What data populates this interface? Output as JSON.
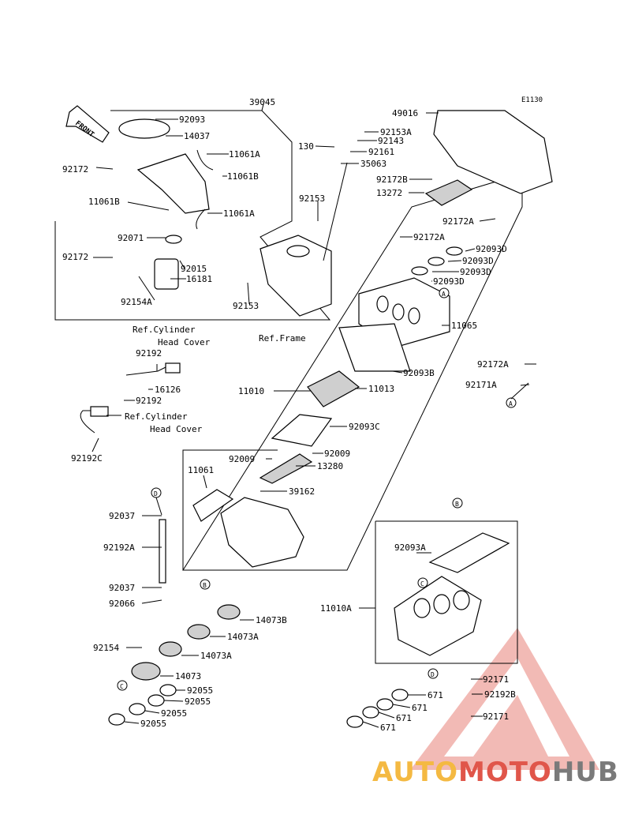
{
  "diagram_id": "E1130",
  "front_label": "FRONT",
  "refs": {
    "cyl_head_cover_1": [
      "Ref.Cylinder",
      "Head Cover"
    ],
    "cyl_head_cover_2": [
      "Ref.Cylinder",
      "Head Cover"
    ],
    "frame": "Ref.Frame"
  },
  "callouts": {
    "a": "A",
    "b": "B",
    "c": "C",
    "d": "D"
  },
  "part_numbers": {
    "p39045": "39045",
    "p92093": "92093",
    "p14037": "14037",
    "p11061A_1": "11061A",
    "p11061B_1": "11061B",
    "p11061B_2": "11061B",
    "p11061A_2": "11061A",
    "p92172_1": "92172",
    "p92172_2": "92172",
    "p92071": "92071",
    "p92015": "92015",
    "p16181": "16181",
    "p92154A": "92154A",
    "p92153_1": "92153",
    "p92153_2": "92153",
    "p130": "130",
    "p92153A": "92153A",
    "p92143": "92143",
    "p92161": "92161",
    "p35063": "35063",
    "p49016": "49016",
    "p92172B": "92172B",
    "p13272": "13272",
    "p92172A_1": "92172A",
    "p92172A_2": "92172A",
    "p92172A_3": "92172A",
    "p92093D_1": "92093D",
    "p92093D_2": "92093D",
    "p92093D_3": "92093D",
    "p11065": "11065",
    "p92093B": "92093B",
    "p11010": "11010",
    "p11013": "11013",
    "p92171A": "92171A",
    "p92192_1": "92192",
    "p92192_2": "92192",
    "p16126": "16126",
    "p92192C": "92192C",
    "p92093C": "92093C",
    "p92009_1": "92009",
    "p92009_2": "92009",
    "p11061": "11061",
    "p13280": "13280",
    "p39162": "39162",
    "p92037_1": "92037",
    "p92192A": "92192A",
    "p92037_2": "92037",
    "p92066": "92066",
    "p14073B": "14073B",
    "p14073A_1": "14073A",
    "p14073A_2": "14073A",
    "p92154": "92154",
    "p14073": "14073",
    "p92055_1": "92055",
    "p92055_2": "92055",
    "p92055_3": "92055",
    "p92055_4": "92055",
    "p92093A": "92093A",
    "p11010A": "11010A",
    "p92171_1": "92171",
    "p92192B": "92192B",
    "p92171_2": "92171",
    "p671_1": "671",
    "p671_2": "671",
    "p671_3": "671",
    "p671_4": "671"
  },
  "watermark": {
    "part1": "AUTO",
    "part2": "MOTO",
    "part3": "HUB"
  }
}
